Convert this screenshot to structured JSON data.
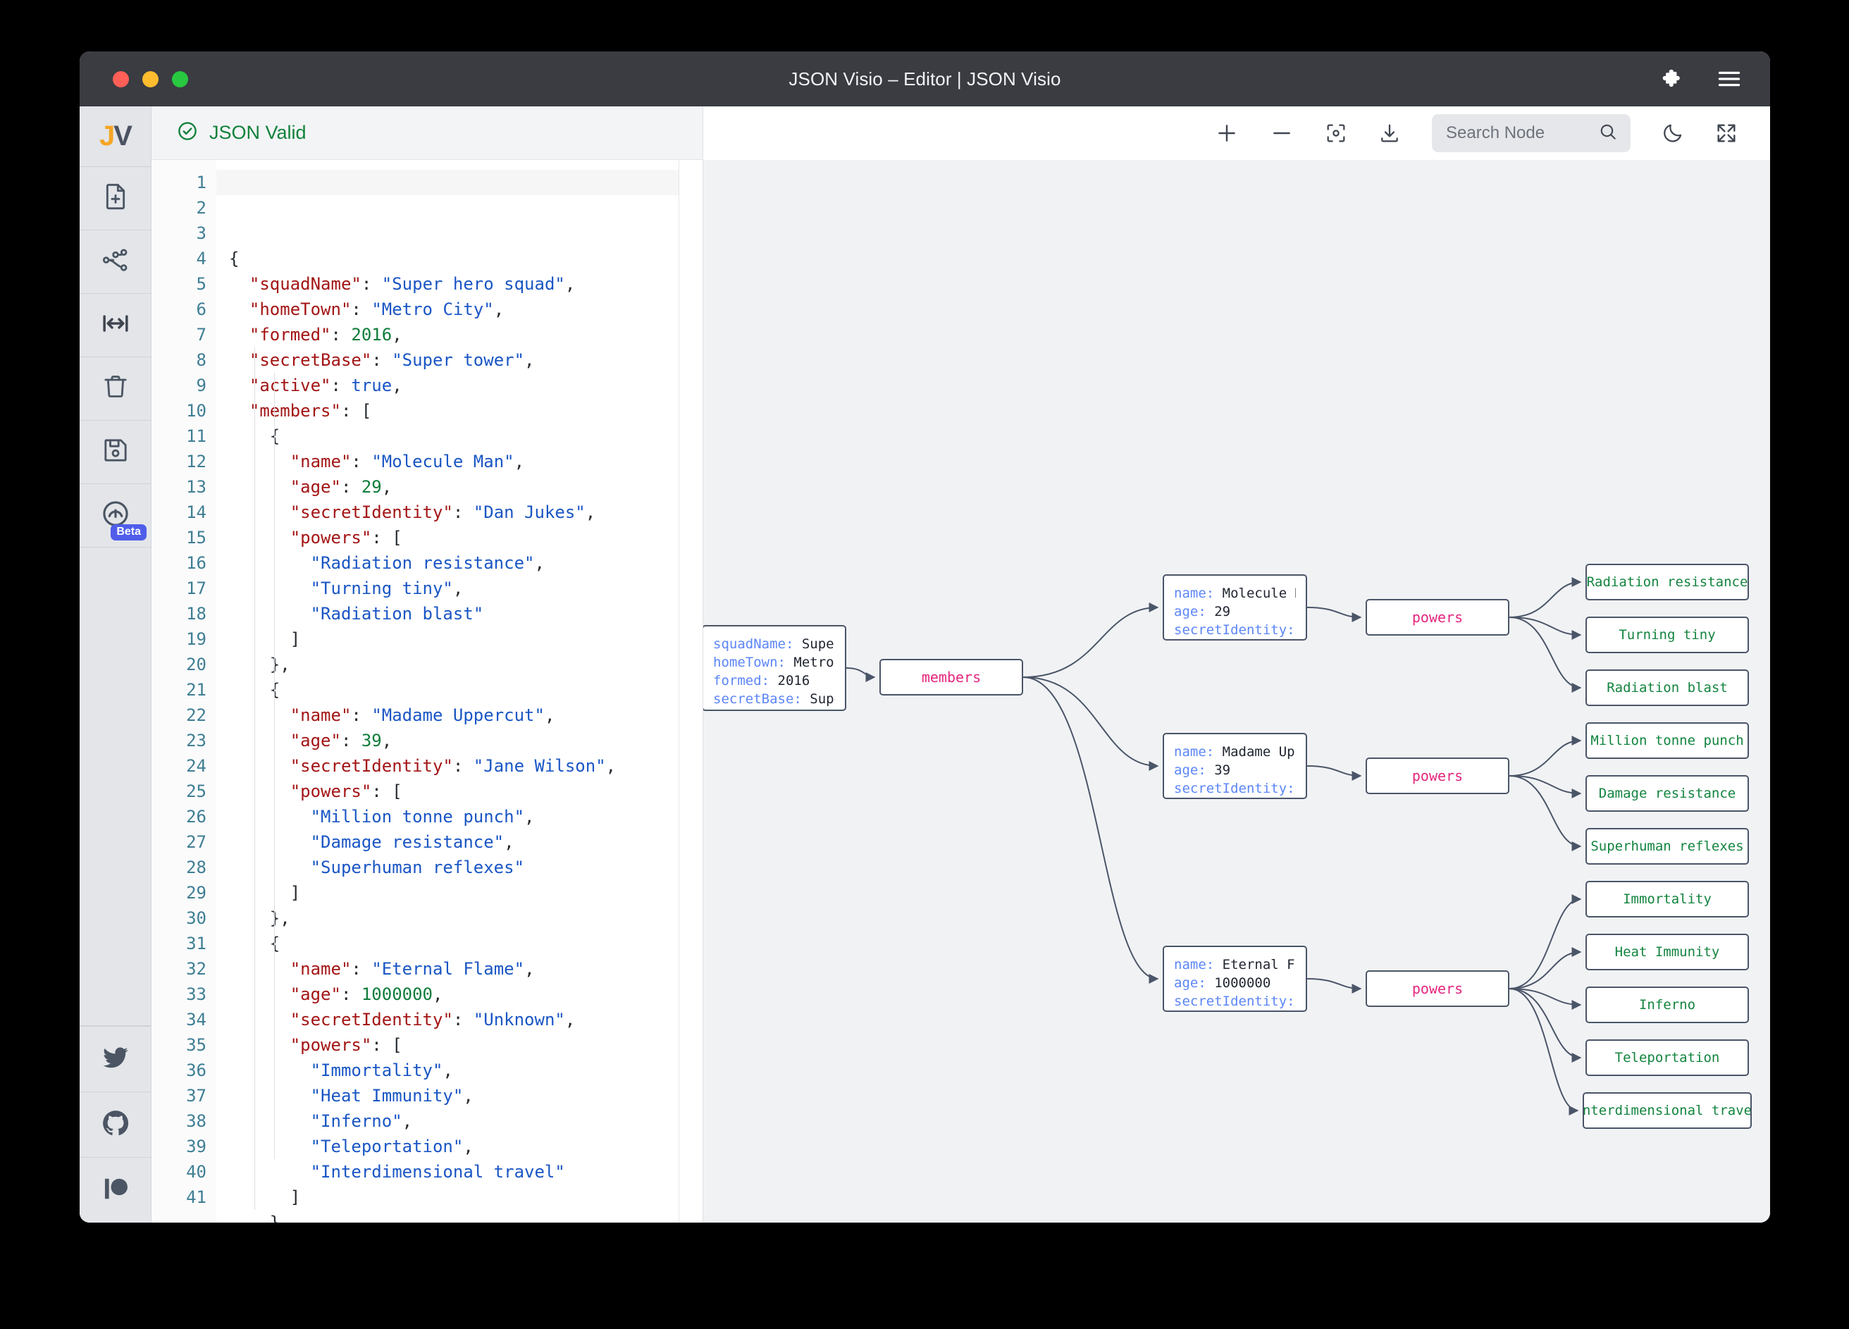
{
  "window": {
    "title": "JSON Visio – Editor | JSON Visio",
    "controls": [
      "close",
      "minimize",
      "maximize"
    ],
    "extension_icon": "puzzle-icon",
    "menu_icon": "hamburger-menu-icon"
  },
  "rail": {
    "logo": {
      "first": "J",
      "second": "V"
    },
    "items": [
      {
        "name": "new-document",
        "icon": "file-plus-icon"
      },
      {
        "name": "share-graph",
        "icon": "share-nodes-icon"
      },
      {
        "name": "expand-width",
        "icon": "arrows-horizontal-icon"
      },
      {
        "name": "clear",
        "icon": "trash-icon"
      },
      {
        "name": "save",
        "icon": "floppy-disk-icon"
      },
      {
        "name": "cloud-sync",
        "icon": "gauge-icon",
        "badge": "Beta"
      }
    ],
    "social": [
      {
        "name": "twitter",
        "icon": "twitter-icon"
      },
      {
        "name": "github",
        "icon": "github-icon"
      },
      {
        "name": "patreon",
        "icon": "patreon-icon"
      }
    ]
  },
  "editor": {
    "status_label": "JSON Valid",
    "status_icon": "check-circle-icon",
    "status_color": "#12823b",
    "first_line": 1,
    "last_line": 41,
    "lines": [
      {
        "n": 1,
        "indent": 0,
        "tokens": [
          [
            "punc",
            "{"
          ]
        ]
      },
      {
        "n": 2,
        "indent": 1,
        "tokens": [
          [
            "key",
            "\"squadName\""
          ],
          [
            "punc",
            ": "
          ],
          [
            "str",
            "\"Super hero squad\""
          ],
          [
            "punc",
            ","
          ]
        ]
      },
      {
        "n": 3,
        "indent": 1,
        "tokens": [
          [
            "key",
            "\"homeTown\""
          ],
          [
            "punc",
            ": "
          ],
          [
            "str",
            "\"Metro City\""
          ],
          [
            "punc",
            ","
          ]
        ]
      },
      {
        "n": 4,
        "indent": 1,
        "tokens": [
          [
            "key",
            "\"formed\""
          ],
          [
            "punc",
            ": "
          ],
          [
            "num",
            "2016"
          ],
          [
            "punc",
            ","
          ]
        ]
      },
      {
        "n": 5,
        "indent": 1,
        "tokens": [
          [
            "key",
            "\"secretBase\""
          ],
          [
            "punc",
            ": "
          ],
          [
            "str",
            "\"Super tower\""
          ],
          [
            "punc",
            ","
          ]
        ]
      },
      {
        "n": 6,
        "indent": 1,
        "tokens": [
          [
            "key",
            "\"active\""
          ],
          [
            "punc",
            ": "
          ],
          [
            "bool",
            "true"
          ],
          [
            "punc",
            ","
          ]
        ]
      },
      {
        "n": 7,
        "indent": 1,
        "tokens": [
          [
            "key",
            "\"members\""
          ],
          [
            "punc",
            ": ["
          ]
        ]
      },
      {
        "n": 8,
        "indent": 2,
        "tokens": [
          [
            "punc",
            "{"
          ]
        ]
      },
      {
        "n": 9,
        "indent": 3,
        "tokens": [
          [
            "key",
            "\"name\""
          ],
          [
            "punc",
            ": "
          ],
          [
            "str",
            "\"Molecule Man\""
          ],
          [
            "punc",
            ","
          ]
        ]
      },
      {
        "n": 10,
        "indent": 3,
        "tokens": [
          [
            "key",
            "\"age\""
          ],
          [
            "punc",
            ": "
          ],
          [
            "num",
            "29"
          ],
          [
            "punc",
            ","
          ]
        ]
      },
      {
        "n": 11,
        "indent": 3,
        "tokens": [
          [
            "key",
            "\"secretIdentity\""
          ],
          [
            "punc",
            ": "
          ],
          [
            "str",
            "\"Dan Jukes\""
          ],
          [
            "punc",
            ","
          ]
        ]
      },
      {
        "n": 12,
        "indent": 3,
        "tokens": [
          [
            "key",
            "\"powers\""
          ],
          [
            "punc",
            ": ["
          ]
        ]
      },
      {
        "n": 13,
        "indent": 4,
        "tokens": [
          [
            "str",
            "\"Radiation resistance\""
          ],
          [
            "punc",
            ","
          ]
        ]
      },
      {
        "n": 14,
        "indent": 4,
        "tokens": [
          [
            "str",
            "\"Turning tiny\""
          ],
          [
            "punc",
            ","
          ]
        ]
      },
      {
        "n": 15,
        "indent": 4,
        "tokens": [
          [
            "str",
            "\"Radiation blast\""
          ]
        ]
      },
      {
        "n": 16,
        "indent": 3,
        "tokens": [
          [
            "punc",
            "]"
          ]
        ]
      },
      {
        "n": 17,
        "indent": 2,
        "tokens": [
          [
            "punc",
            "},"
          ]
        ]
      },
      {
        "n": 18,
        "indent": 2,
        "tokens": [
          [
            "punc",
            "{"
          ]
        ]
      },
      {
        "n": 19,
        "indent": 3,
        "tokens": [
          [
            "key",
            "\"name\""
          ],
          [
            "punc",
            ": "
          ],
          [
            "str",
            "\"Madame Uppercut\""
          ],
          [
            "punc",
            ","
          ]
        ]
      },
      {
        "n": 20,
        "indent": 3,
        "tokens": [
          [
            "key",
            "\"age\""
          ],
          [
            "punc",
            ": "
          ],
          [
            "num",
            "39"
          ],
          [
            "punc",
            ","
          ]
        ]
      },
      {
        "n": 21,
        "indent": 3,
        "tokens": [
          [
            "key",
            "\"secretIdentity\""
          ],
          [
            "punc",
            ": "
          ],
          [
            "str",
            "\"Jane Wilson\""
          ],
          [
            "punc",
            ","
          ]
        ]
      },
      {
        "n": 22,
        "indent": 3,
        "tokens": [
          [
            "key",
            "\"powers\""
          ],
          [
            "punc",
            ": ["
          ]
        ]
      },
      {
        "n": 23,
        "indent": 4,
        "tokens": [
          [
            "str",
            "\"Million tonne punch\""
          ],
          [
            "punc",
            ","
          ]
        ]
      },
      {
        "n": 24,
        "indent": 4,
        "tokens": [
          [
            "str",
            "\"Damage resistance\""
          ],
          [
            "punc",
            ","
          ]
        ]
      },
      {
        "n": 25,
        "indent": 4,
        "tokens": [
          [
            "str",
            "\"Superhuman reflexes\""
          ]
        ]
      },
      {
        "n": 26,
        "indent": 3,
        "tokens": [
          [
            "punc",
            "]"
          ]
        ]
      },
      {
        "n": 27,
        "indent": 2,
        "tokens": [
          [
            "punc",
            "},"
          ]
        ]
      },
      {
        "n": 28,
        "indent": 2,
        "tokens": [
          [
            "punc",
            "{"
          ]
        ]
      },
      {
        "n": 29,
        "indent": 3,
        "tokens": [
          [
            "key",
            "\"name\""
          ],
          [
            "punc",
            ": "
          ],
          [
            "str",
            "\"Eternal Flame\""
          ],
          [
            "punc",
            ","
          ]
        ]
      },
      {
        "n": 30,
        "indent": 3,
        "tokens": [
          [
            "key",
            "\"age\""
          ],
          [
            "punc",
            ": "
          ],
          [
            "num",
            "1000000"
          ],
          [
            "punc",
            ","
          ]
        ]
      },
      {
        "n": 31,
        "indent": 3,
        "tokens": [
          [
            "key",
            "\"secretIdentity\""
          ],
          [
            "punc",
            ": "
          ],
          [
            "str",
            "\"Unknown\""
          ],
          [
            "punc",
            ","
          ]
        ]
      },
      {
        "n": 32,
        "indent": 3,
        "tokens": [
          [
            "key",
            "\"powers\""
          ],
          [
            "punc",
            ": ["
          ]
        ]
      },
      {
        "n": 33,
        "indent": 4,
        "tokens": [
          [
            "str",
            "\"Immortality\""
          ],
          [
            "punc",
            ","
          ]
        ]
      },
      {
        "n": 34,
        "indent": 4,
        "tokens": [
          [
            "str",
            "\"Heat Immunity\""
          ],
          [
            "punc",
            ","
          ]
        ]
      },
      {
        "n": 35,
        "indent": 4,
        "tokens": [
          [
            "str",
            "\"Inferno\""
          ],
          [
            "punc",
            ","
          ]
        ]
      },
      {
        "n": 36,
        "indent": 4,
        "tokens": [
          [
            "str",
            "\"Teleportation\""
          ],
          [
            "punc",
            ","
          ]
        ]
      },
      {
        "n": 37,
        "indent": 4,
        "tokens": [
          [
            "str",
            "\"Interdimensional travel\""
          ]
        ]
      },
      {
        "n": 38,
        "indent": 3,
        "tokens": [
          [
            "punc",
            "]"
          ]
        ]
      },
      {
        "n": 39,
        "indent": 2,
        "tokens": [
          [
            "punc",
            "}"
          ]
        ]
      },
      {
        "n": 40,
        "indent": 1,
        "tokens": [
          [
            "punc",
            "]"
          ]
        ]
      },
      {
        "n": 41,
        "indent": 0,
        "tokens": [
          [
            "punc",
            "}"
          ]
        ]
      }
    ]
  },
  "toolbar": {
    "zoom_in_label": "+",
    "zoom_out_label": "−",
    "zoom_in_icon": "plus-icon",
    "zoom_out_icon": "minus-icon",
    "center_icon": "focus-center-icon",
    "download_icon": "download-icon",
    "theme_icon": "moon-icon",
    "fullscreen_icon": "expand-fullscreen-icon",
    "search_placeholder": "Search Node",
    "search_value": "",
    "search_icon": "search-icon"
  },
  "graph": {
    "root": {
      "rows": [
        {
          "key": "squadName",
          "value": "Super hero…"
        },
        {
          "key": "homeTown",
          "value": "Metro City"
        },
        {
          "key": "formed",
          "value": "2016"
        },
        {
          "key": "secretBase",
          "value": "Super tow…"
        },
        {
          "key": "active",
          "value": "true"
        }
      ]
    },
    "members_label": "members",
    "members": [
      {
        "rows": [
          {
            "key": "name",
            "value": "Molecule Man"
          },
          {
            "key": "age",
            "value": "29"
          },
          {
            "key": "secretIdentity",
            "value": "Dan J…"
          }
        ],
        "powers_label": "powers",
        "powers": [
          "Radiation resistance",
          "Turning tiny",
          "Radiation blast"
        ]
      },
      {
        "rows": [
          {
            "key": "name",
            "value": "Madame Uppercut"
          },
          {
            "key": "age",
            "value": "39"
          },
          {
            "key": "secretIdentity",
            "value": "Jane …"
          }
        ],
        "powers_label": "powers",
        "powers": [
          "Million tonne punch",
          "Damage resistance",
          "Superhuman reflexes"
        ]
      },
      {
        "rows": [
          {
            "key": "name",
            "value": "Eternal Flame"
          },
          {
            "key": "age",
            "value": "1000000"
          },
          {
            "key": "secretIdentity",
            "value": "Unkno…"
          }
        ],
        "powers_label": "powers",
        "powers": [
          "Immortality",
          "Heat Immunity",
          "Inferno",
          "Teleportation",
          "Interdimensional travel"
        ]
      }
    ],
    "colors": {
      "node_border": "#4a5568",
      "key": "#5c86f7",
      "parent_key": "#e5267e",
      "leaf_value": "#13843f",
      "canvas_bg": "#f1f2f4"
    }
  }
}
